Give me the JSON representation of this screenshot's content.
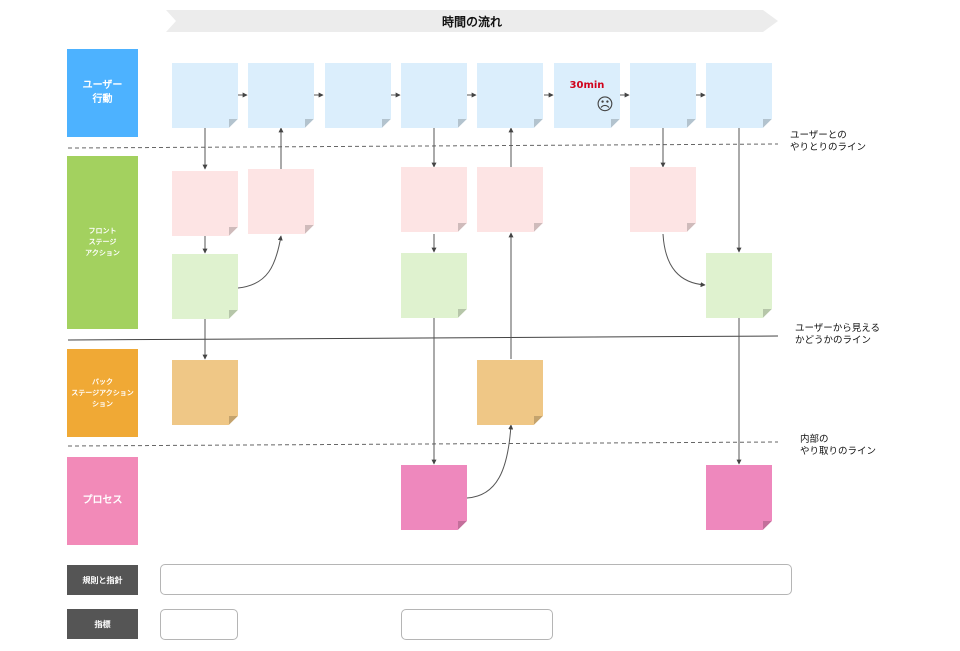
{
  "timeline": {
    "label": "時間の流れ"
  },
  "lanes": {
    "user": "ユーザー\n行動",
    "front": "フロント\nステージ\nアクション",
    "back": "バック\nステージアクション\nション",
    "process": "プロセス",
    "rules": "規則と指針",
    "kpi": "指標"
  },
  "wait_marker": {
    "text": "30min",
    "icon": "frowning-face-icon"
  },
  "lines": {
    "interaction": "ユーザーとの\nやりとりのライン",
    "visibility": "ユーザーから見える\nかどうかのライン",
    "internal": "内部の\nやり取りのライン"
  },
  "colors": {
    "user_lane": "#4db2ff",
    "front_lane": "#a3d15f",
    "back_lane": "#f0a935",
    "process_lane": "#f28ab8",
    "footer_lane": "#555555",
    "wait_text": "#d0021b"
  }
}
